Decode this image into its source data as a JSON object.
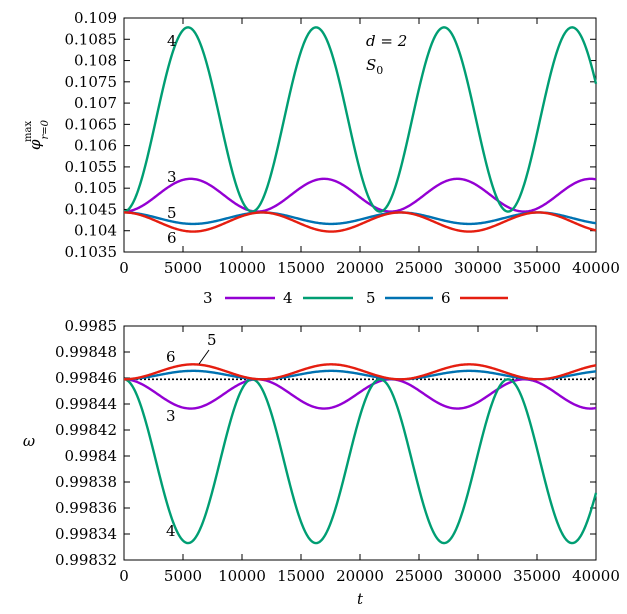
{
  "chart_data": [
    {
      "type": "line",
      "ylabel_base": "φ",
      "ylabel_sup": "max",
      "ylabel_sub": "r=0",
      "xlabel": "",
      "xlim": [
        0,
        40000
      ],
      "ylim": [
        0.1035,
        0.109
      ],
      "xticks": [
        0,
        5000,
        10000,
        15000,
        20000,
        25000,
        30000,
        35000,
        40000
      ],
      "xtick_labels": [
        "0",
        "5000",
        "10000",
        "15000",
        "20000",
        "25000",
        "30000",
        "35000",
        "40000"
      ],
      "yticks": [
        0.1035,
        0.104,
        0.1045,
        0.105,
        0.1055,
        0.106,
        0.1065,
        0.107,
        0.1075,
        0.108,
        0.1085,
        0.109
      ],
      "ytick_labels": [
        "0.1035",
        "0.104",
        "0.1045",
        "0.105",
        "0.1055",
        "0.106",
        "0.1065",
        "0.107",
        "0.1075",
        "0.108",
        "0.1085",
        "0.109"
      ],
      "annotation_d": "d = 2",
      "annotation_s": "S",
      "annotation_s_sub": "0",
      "series": [
        {
          "name": "3",
          "color": "#9400d3",
          "base": 0.10445,
          "amplitude": 0.00077,
          "period": 11300,
          "sign": 1
        },
        {
          "name": "4",
          "color": "#009e73",
          "base": 0.10445,
          "amplitude": 0.00433,
          "period": 10850,
          "sign": 1
        },
        {
          "name": "5",
          "color": "#0072b2",
          "base": 0.10443,
          "amplitude": 0.00027,
          "period": 11700,
          "sign": -1
        },
        {
          "name": "6",
          "color": "#e51e10",
          "base": 0.10443,
          "amplitude": 0.00045,
          "period": 11700,
          "sign": -1
        }
      ],
      "inline_labels": [
        "4",
        "3",
        "5",
        "6"
      ]
    },
    {
      "type": "line",
      "ylabel": "ω",
      "xlabel": "t",
      "xlim": [
        0,
        40000
      ],
      "ylim": [
        0.99832,
        0.9985
      ],
      "xticks": [
        0,
        5000,
        10000,
        15000,
        20000,
        25000,
        30000,
        35000,
        40000
      ],
      "xtick_labels": [
        "0",
        "5000",
        "10000",
        "15000",
        "20000",
        "25000",
        "30000",
        "35000",
        "40000"
      ],
      "yticks": [
        0.99832,
        0.99834,
        0.99836,
        0.99838,
        0.9984,
        0.99842,
        0.99844,
        0.99846,
        0.99848,
        0.9985
      ],
      "ytick_labels": [
        "0.99832",
        "0.99834",
        "0.99836",
        "0.99838",
        "0.9984",
        "0.99842",
        "0.99844",
        "0.99846",
        "0.99848",
        "0.9985"
      ],
      "reference_line": 0.998459,
      "series": [
        {
          "name": "3",
          "color": "#9400d3",
          "base": 0.998459,
          "amplitude": 2.25e-05,
          "period": 11300,
          "sign": -1
        },
        {
          "name": "4",
          "color": "#009e73",
          "base": 0.998459,
          "amplitude": 0.000126,
          "period": 10850,
          "sign": -1
        },
        {
          "name": "5",
          "color": "#0072b2",
          "base": 0.998459,
          "amplitude": 6.5e-06,
          "period": 11700,
          "sign": 1
        },
        {
          "name": "6",
          "color": "#e51e10",
          "base": 0.998459,
          "amplitude": 1.15e-05,
          "period": 11700,
          "sign": 1
        }
      ],
      "inline_labels": [
        "6",
        "5",
        "3",
        "4"
      ]
    }
  ],
  "legend": {
    "entries": [
      {
        "label": "3",
        "color": "#9400d3"
      },
      {
        "label": "4",
        "color": "#009e73"
      },
      {
        "label": "5",
        "color": "#0072b2"
      },
      {
        "label": "6",
        "color": "#e51e10"
      }
    ]
  }
}
